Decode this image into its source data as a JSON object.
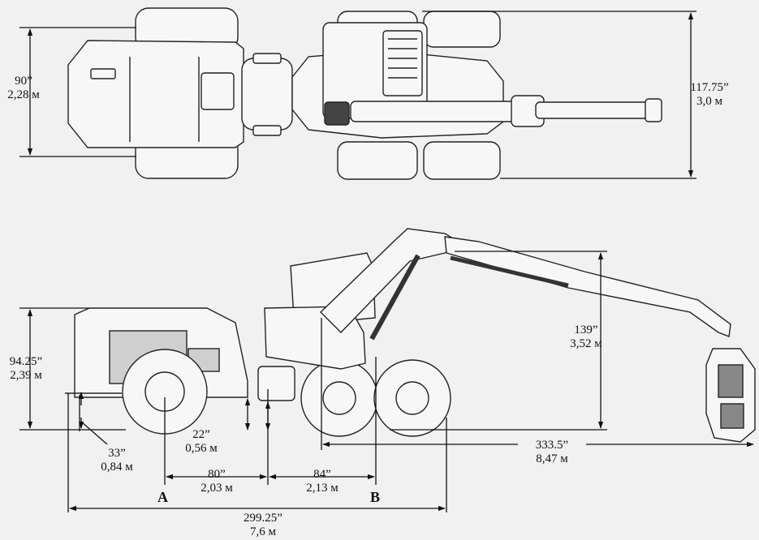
{
  "dimensions": {
    "top_width": {
      "in": "90”",
      "m": "2,28 м"
    },
    "top_overall_width": {
      "in": "117.75”",
      "m": "3,0 м"
    },
    "height": {
      "in": "94.25”",
      "m": "2,39 м"
    },
    "rear_clearance": {
      "in": "33”",
      "m": "0,84 м"
    },
    "ground_clearance": {
      "in": "22”",
      "m": "0,56 м"
    },
    "wheelbase_front": {
      "in": "80”",
      "m": "2,03 м"
    },
    "wheelbase_rear": {
      "in": "84”",
      "m": "2,13 м"
    },
    "boom_height": {
      "in": "139”",
      "m": "3,52 м"
    },
    "boom_reach": {
      "in": "333.5”",
      "m": "8,47 м"
    },
    "overall_length": {
      "in": "299.25”",
      "m": "7,6 м"
    }
  },
  "points": {
    "a": "A",
    "b": "B"
  }
}
